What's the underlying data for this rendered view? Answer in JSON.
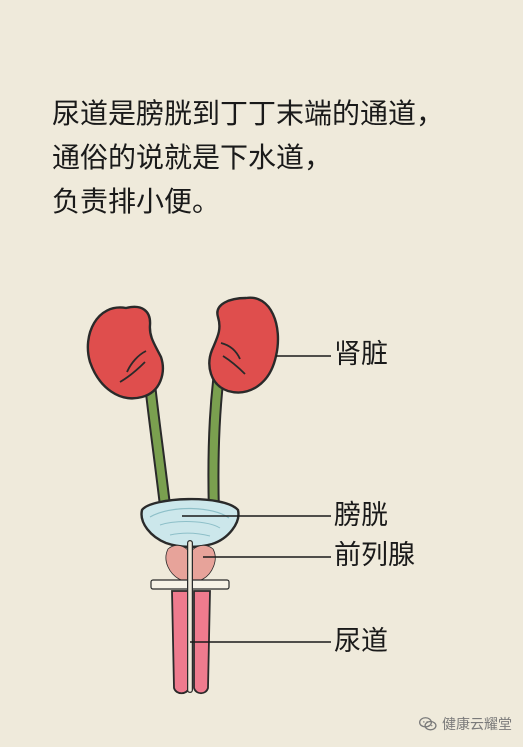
{
  "intro": {
    "line1": "尿道是膀胱到丁丁末端的通道，",
    "line2": "通俗的说就是下水道，",
    "line3": "负责排小便。"
  },
  "labels": {
    "kidney": "肾脏",
    "bladder": "膀胱",
    "prostate": "前列腺",
    "urethra": "尿道"
  },
  "watermark": {
    "text": "健康云耀堂",
    "icon": "wechat-icon"
  },
  "colors": {
    "background": "#efeadb",
    "kidney": "#df4e4d",
    "ureter": "#7aa04f",
    "bladder": "#cce7eb",
    "prostate": "#e7a39a",
    "urethra": "#ef7b8e",
    "outline": "#2a2a2a",
    "text": "#1a1a1a"
  }
}
